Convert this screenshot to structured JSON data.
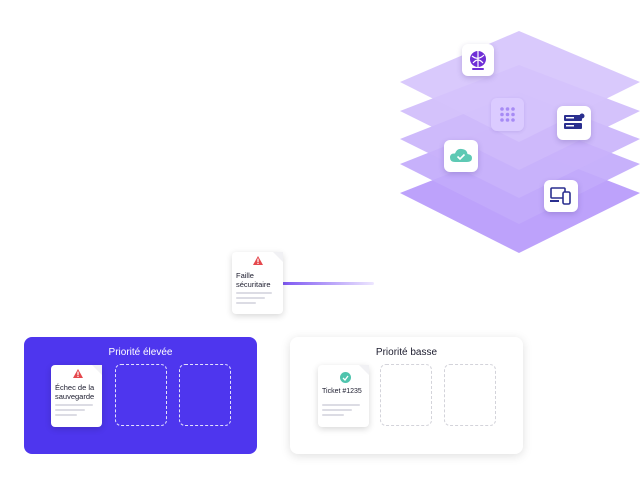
{
  "incident": {
    "title": "Faille sécuritaire"
  },
  "high_priority": {
    "title": "Priorité élevée",
    "card_title": "Échec de la sauvegarde",
    "color": "#4e36ee"
  },
  "low_priority": {
    "title": "Priorité basse",
    "card_title": "Ticket #1235"
  },
  "layers": {
    "color": "#c6b0fa",
    "icons": [
      "globe-icon",
      "grid-icon",
      "server-icon",
      "cloud-check-icon",
      "devices-icon"
    ]
  },
  "colors": {
    "accent": "#7d56f2",
    "warning": "#e5484d",
    "success": "#4fc4ad"
  }
}
